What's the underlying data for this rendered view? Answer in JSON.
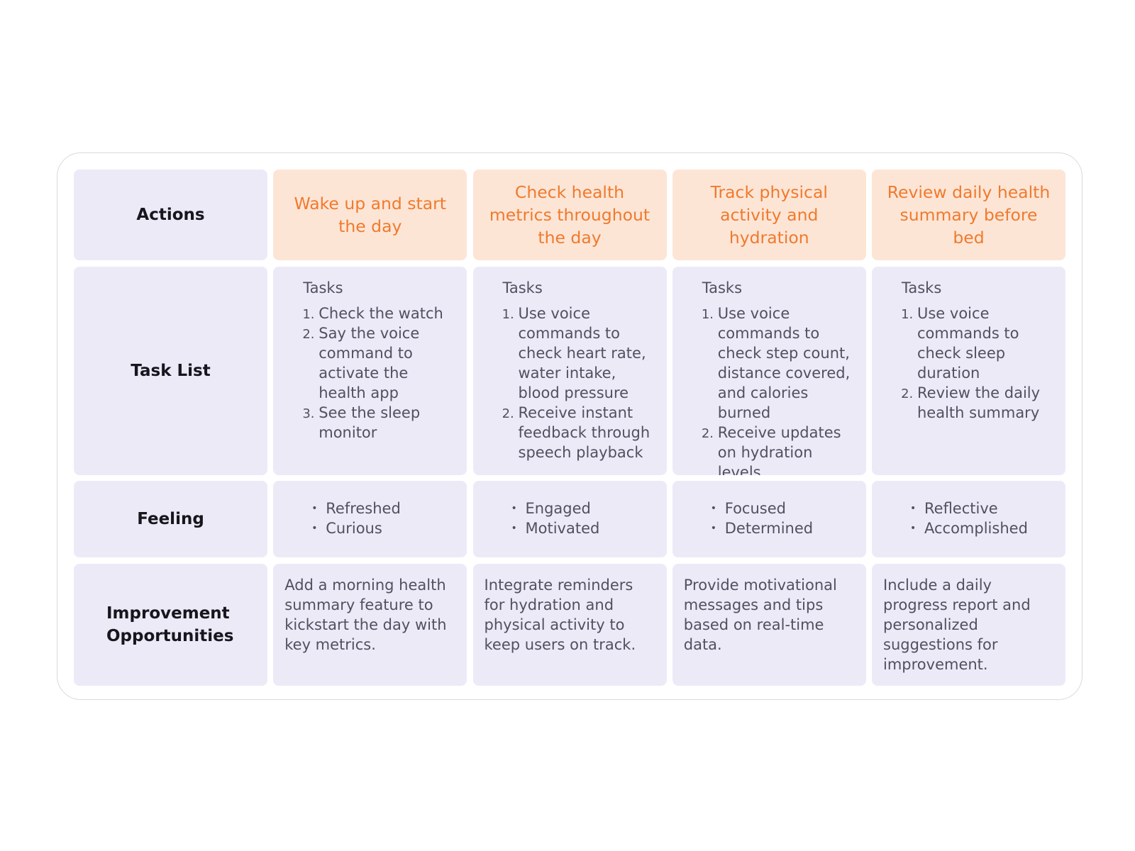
{
  "rows": {
    "actions": "Actions",
    "task_list": "Task List",
    "feeling": "Feeling",
    "improvement": "Improvement Opportunities"
  },
  "columns": [
    {
      "action": "Wake up and start the day",
      "tasks_title": "Tasks",
      "tasks": [
        "Check the watch",
        "Say the voice command to activate the health app",
        "See the sleep monitor"
      ],
      "feelings": [
        "Refreshed",
        "Curious"
      ],
      "improvement": "Add a morning health summary feature to kickstart the day with key metrics."
    },
    {
      "action": "Check health metrics throughout the day",
      "tasks_title": "Tasks",
      "tasks": [
        "Use voice commands to check heart rate, water intake, blood pressure",
        "Receive instant feedback through speech playback"
      ],
      "feelings": [
        "Engaged",
        "Motivated"
      ],
      "improvement": "Integrate reminders for hydration and physical activity to keep users on track."
    },
    {
      "action": "Track physical activity and hydration",
      "tasks_title": "Tasks",
      "tasks": [
        "Use voice commands to check step count, distance covered, and calories burned",
        "Receive updates on hydration levels"
      ],
      "feelings": [
        "Focused",
        "Determined"
      ],
      "improvement": "Provide motivational messages and tips based on real-time data."
    },
    {
      "action": "Review daily health summary before bed",
      "tasks_title": "Tasks",
      "tasks": [
        "Use voice commands to check sleep duration",
        "Review the daily health summary"
      ],
      "feelings": [
        "Reflective",
        "Accomplished"
      ],
      "improvement": "Include a daily progress report and personalized suggestions for improvement."
    }
  ],
  "colors": {
    "action_bg": "#fde5d6",
    "action_text": "#f07a2c",
    "cell_bg": "#edeaf8",
    "header_text": "#16161d",
    "body_text": "#505060",
    "frame_border": "#d9d9dd"
  }
}
